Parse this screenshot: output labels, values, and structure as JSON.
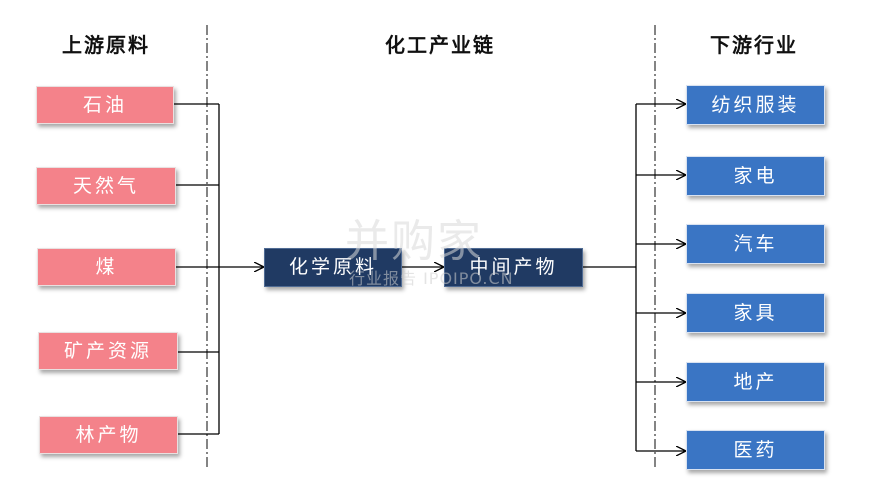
{
  "headers": {
    "upstream": "上游原料",
    "chain": "化工产业链",
    "downstream": "下游行业"
  },
  "upstream_items": [
    "石油",
    "天然气",
    "煤",
    "矿产资源",
    "林产物"
  ],
  "middle_items": [
    "化学原料",
    "中间产物"
  ],
  "downstream_items": [
    "纺织服装",
    "家电",
    "汽车",
    "家具",
    "地产",
    "医药"
  ],
  "watermark": {
    "main": "并购家",
    "sub": "行业报告 IPOIPO.CN"
  },
  "colors": {
    "upstream": "#f4828a",
    "middle": "#203a63",
    "downstream": "#3a75c4"
  }
}
